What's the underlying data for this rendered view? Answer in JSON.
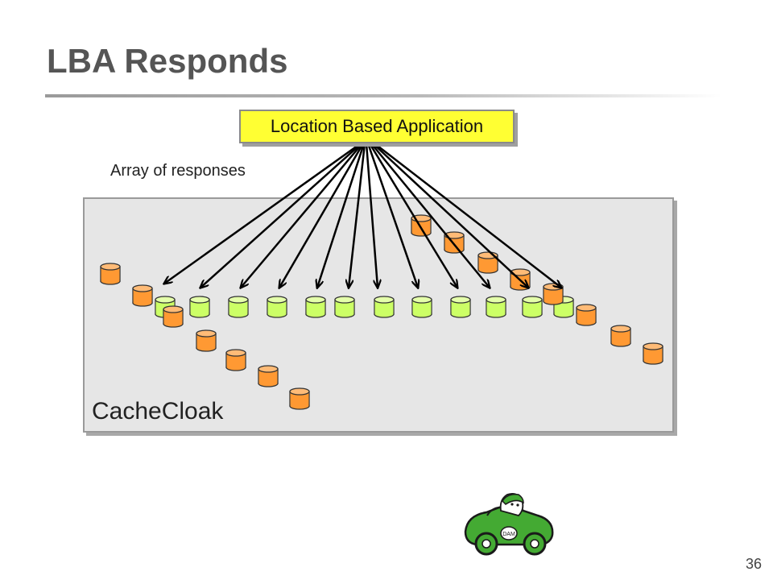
{
  "slide": {
    "title": "LBA Responds",
    "page_number": "36"
  },
  "diagram": {
    "lba_label": "Location Based Application",
    "array_label": "Array of responses",
    "panel_label": "CacheCloak"
  },
  "colors": {
    "title_text": "#555555",
    "lba_fill": "#ffff33",
    "panel_fill": "#e6e6e6",
    "cache_fill": "#ff9933",
    "response_fill": "#ccff66",
    "car_body": "#44aa33"
  }
}
